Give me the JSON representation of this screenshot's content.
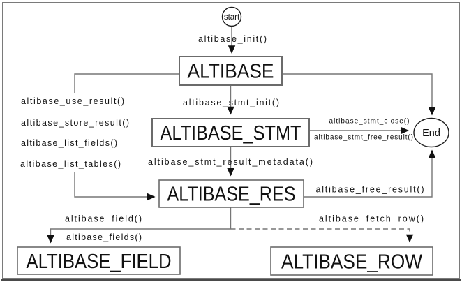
{
  "nodes": {
    "start": "start",
    "altibase": "ALTIBASE",
    "stmt": "ALTIBASE_STMT",
    "res": "ALTIBASE_RES",
    "field": "ALTIBASE_FIELD",
    "row": "ALTIBASE_ROW",
    "end": "End"
  },
  "labels": {
    "init": "altibase_init()",
    "stmt_init": "altibase_stmt_init()",
    "stmt_result_metadata": "altibase_stmt_result_metadata()",
    "stmt_close": "altibase_stmt_close()",
    "stmt_free_result": "altibase_stmt_free_result()",
    "free_result": "altibase_free_result()",
    "field_fn": "altibase_field()",
    "fields_fn": "altibase_fields()",
    "fetch_row": "altibase_fetch_row()",
    "left_functions": [
      "altibase_use_result()",
      "altibase_store_result()",
      "altibase_list_fields()",
      "altibase_list_tables()"
    ]
  },
  "colors": {
    "background": "#ffffff",
    "connector_line": "#767676",
    "box_border": "#6b6b6b",
    "circle_border": "#1c1c1c",
    "arrowhead": "#111111",
    "text": "#111111",
    "frame": "#7a7a7a",
    "frame_bottom": "#4a4a4a"
  }
}
